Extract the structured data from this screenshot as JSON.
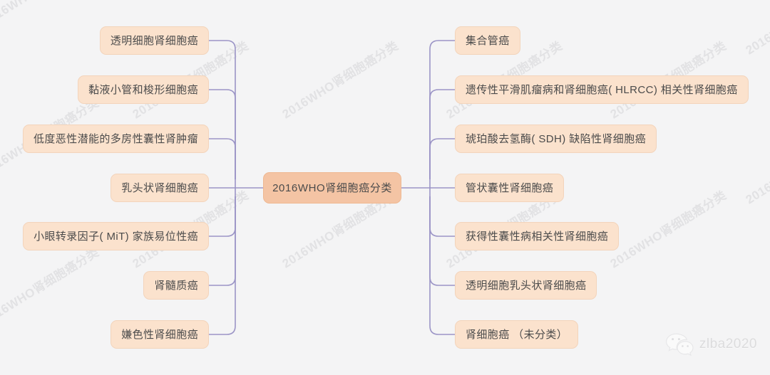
{
  "diagram": {
    "type": "mindmap",
    "title": "2016WHO肾细胞癌分类",
    "center": {
      "label": "2016WHO肾细胞癌分类"
    },
    "left_branch": [
      {
        "label": "透明细胞肾细胞癌"
      },
      {
        "label": "黏液小管和梭形细胞癌"
      },
      {
        "label": "低度恶性潜能的多房性囊性肾肿瘤"
      },
      {
        "label": "乳头状肾细胞癌"
      },
      {
        "label": "小眼转录因子( MiT) 家族易位性癌"
      },
      {
        "label": "肾髓质癌"
      },
      {
        "label": "嫌色性肾细胞癌"
      }
    ],
    "right_branch": [
      {
        "label": "集合管癌"
      },
      {
        "label": "遗传性平滑肌瘤病和肾细胞癌( HLRCC) 相关性肾细胞癌"
      },
      {
        "label": "琥珀酸去氢酶( SDH) 缺陷性肾细胞癌"
      },
      {
        "label": "管状囊性肾细胞癌"
      },
      {
        "label": "获得性囊性病相关性肾细胞癌"
      },
      {
        "label": "透明细胞乳头状肾细胞癌"
      },
      {
        "label": "肾细胞癌 （未分类）"
      }
    ]
  },
  "watermark": {
    "text": "2016WHO肾细胞癌分类"
  },
  "badge": {
    "account_name": "zlba2020",
    "icon": "wechat-icon"
  },
  "colors": {
    "background": "#f4f4f5",
    "node_fill": "#fbe2cd",
    "node_border": "#f3d4bb",
    "center_fill": "#f4c4a4",
    "center_border": "#eeb892",
    "connector": "#9b94c6",
    "text": "#4b4b4b",
    "watermark": "#e2e2e4"
  }
}
